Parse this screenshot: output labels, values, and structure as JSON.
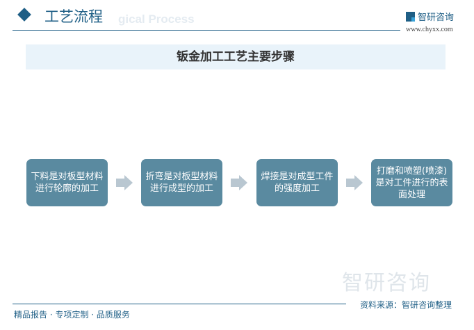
{
  "header": {
    "title": "工艺流程",
    "subtitle": "gical Process",
    "brand": "智研咨询",
    "url": "www.chyxx.com"
  },
  "main": {
    "title": "钣金加工工艺主要步骤",
    "steps": [
      {
        "label": "下料是对板型材料进行轮廓的加工"
      },
      {
        "label": "折弯是对板型材料进行成型的加工"
      },
      {
        "label": "焊接是对成型工件的强度加工"
      },
      {
        "label": "打磨和喷塑(喷漆)是对工件进行的表面处理"
      }
    ]
  },
  "footer": {
    "slogan": "精品报告 · 专项定制 · 品质服务",
    "source": "资料来源：智研咨询整理",
    "watermark": "智研咨询"
  },
  "colors": {
    "accent": "#1f5f86",
    "box": "#5a8aa0",
    "arrow": "#b9c7d1",
    "band": "#e9f3fa"
  }
}
